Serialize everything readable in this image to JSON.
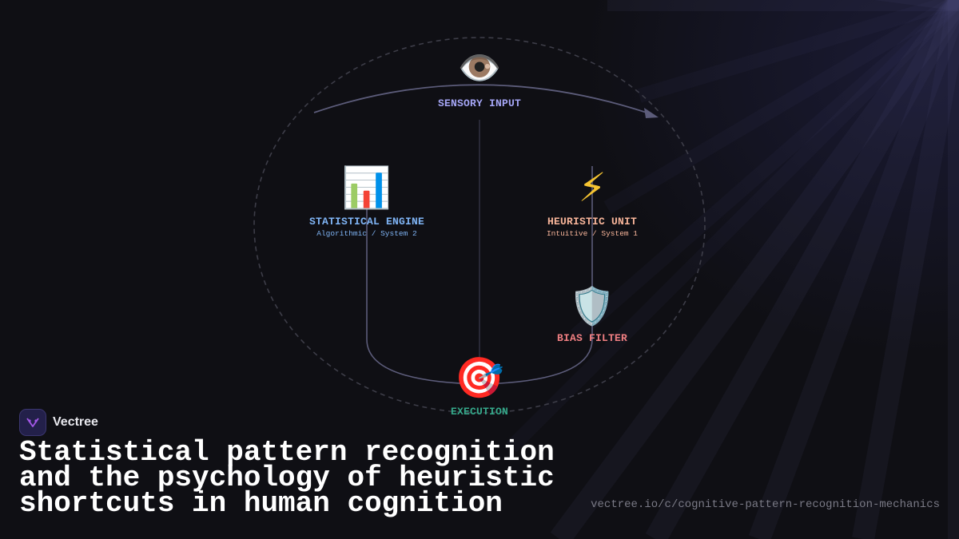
{
  "diagram": {
    "nodes": {
      "sensory_input": {
        "icon": "eye-icon",
        "label": "SENSORY INPUT",
        "color": "#a5a6f6"
      },
      "statistical_engine": {
        "icon": "bar-chart-icon",
        "label": "STATISTICAL ENGINE",
        "sublabel": "Algorithmic / System 2",
        "color": "#7fb4f5"
      },
      "heuristic_unit": {
        "icon": "lightning-icon",
        "label": "HEURISTIC UNIT",
        "sublabel": "Intuitive / System 1",
        "color": "#f8b59a"
      },
      "bias_filter": {
        "icon": "shield-icon",
        "label": "BIAS FILTER",
        "color": "#f07f82"
      },
      "execution": {
        "icon": "target-icon",
        "label": "EXECUTION",
        "color": "#35a88a"
      }
    },
    "line_color": "#5c5c7a",
    "dashed_color": "#3d3d48"
  },
  "brand": {
    "name": "Vectree",
    "logo_icon": "vectree-logo-icon",
    "logo_color": "#a458e8"
  },
  "headline": {
    "lines": [
      "Statistical pattern recognition",
      "and the psychology of heuristic",
      "shortcuts in human cognition"
    ]
  },
  "url": "vectree.io/c/cognitive-pattern-recognition-mechanics"
}
